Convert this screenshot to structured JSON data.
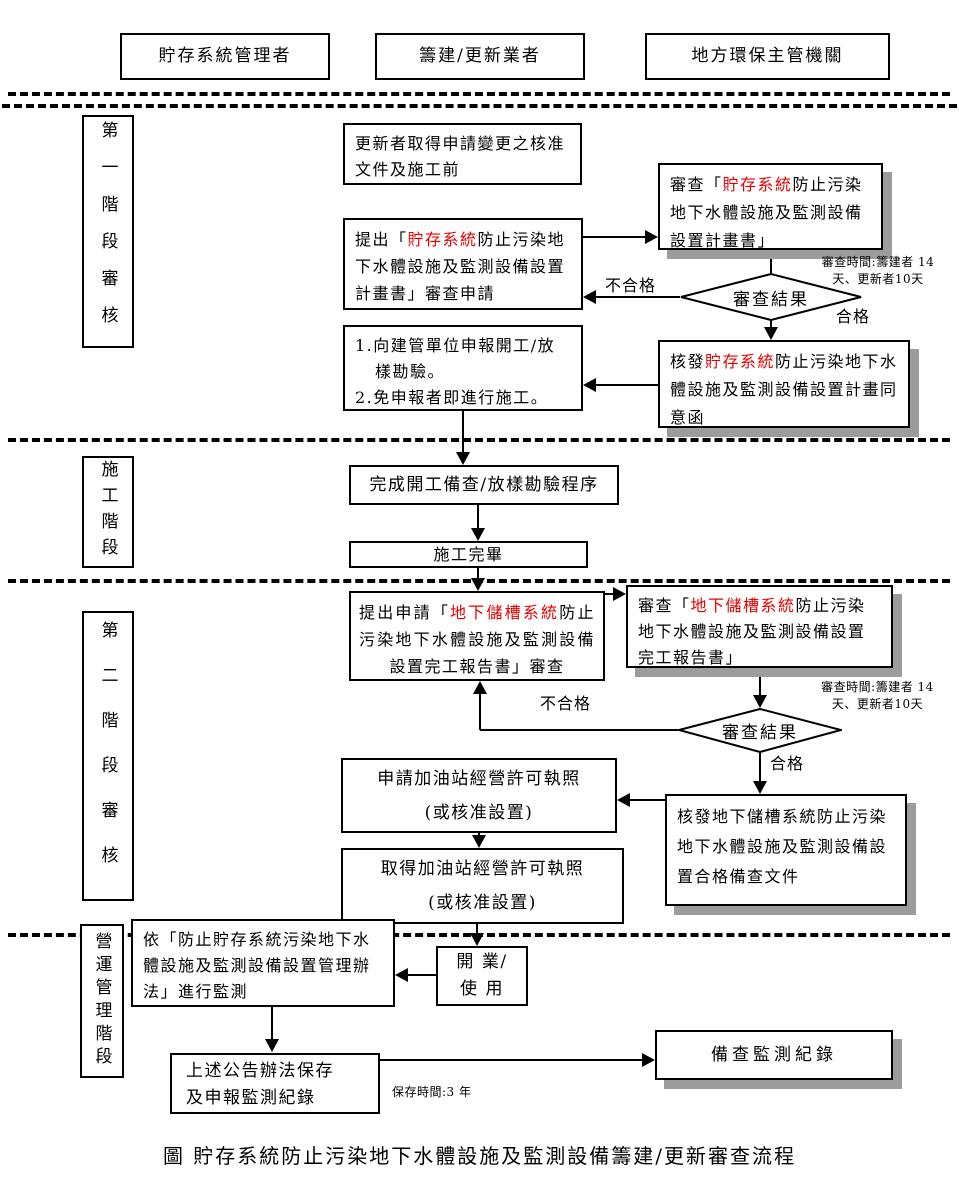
{
  "palette": {
    "accent_red": "#e50000",
    "line": "#000000",
    "box_shadow": "#9c9c9c"
  },
  "headers": {
    "manager": "貯存系統管理者",
    "builder": "籌建/更新業者",
    "authority": "地方環保主管機關"
  },
  "stage_labels": {
    "stage1": "第一階段審核",
    "construction": "施工階段",
    "stage2": "第二階段審核",
    "operation": "營運管理階段"
  },
  "stage1": {
    "update_note": "更新者取得申請變更之核准文件及施工前",
    "apply": {
      "pre": "提出「",
      "hl": "貯存系統",
      "post": "防止污染地下水體設施及監測設備設置計畫書」審查申請"
    },
    "construct": {
      "item1": "1.向建管單位申報開工/放樣勘驗。",
      "item2": "2.免申報者即進行施工。"
    },
    "review": {
      "pre": "審查「",
      "hl": "貯存系統",
      "post": "防止污染地下水體設施及監測設備設置計畫書」"
    },
    "review_time": {
      "line1": "審查時間:籌建者 14",
      "line2": "天、更新者10天"
    },
    "decision": "審查結果",
    "fail": "不合格",
    "pass": "合格",
    "issue": {
      "pre": "核發",
      "hl": "貯存系統",
      "post": "防止污染地下水體設施及監測設備設置計畫同意函"
    }
  },
  "construction": {
    "complete_check": "完成開工備查/放樣勘驗程序",
    "done": "施工完畢"
  },
  "stage2": {
    "apply": {
      "pre": "提出申請「",
      "hl": "地下儲槽系統",
      "post": "防止污染地下水體設施及監測設備設置完工報告書」審查"
    },
    "review": {
      "pre": "審查「",
      "hl": "地下儲槽系統",
      "post": "防止污染地下水體設施及監測設備設置完工報告書」"
    },
    "review_time": {
      "line1": "審查時間:籌建者 14",
      "line2": "天、更新者10天"
    },
    "decision": "審查結果",
    "fail": "不合格",
    "pass": "合格",
    "issue": "核發地下儲槽系統防止污染地下水體設施及監測設備設置合格備查文件",
    "apply_license": {
      "line1": "申請加油站經營許可執照",
      "line2": "(或核准設置)"
    },
    "get_license": {
      "line1": "取得加油站經營許可執照",
      "line2": "(或核准設置)"
    }
  },
  "operation": {
    "monitor": "依「防止貯存系統污染地下水體設施及監測設備設置管理辦法」進行監測",
    "open": {
      "line1": "開 業/",
      "line2": "使 用"
    },
    "keep": {
      "line1": "上述公告辦法保存",
      "line2": "及申報監測紀錄"
    },
    "keep_time": "保存時間:3 年",
    "record": "備查監測紀錄"
  },
  "caption": "圖 貯存系統防止污染地下水體設施及監測設備籌建/更新審查流程"
}
